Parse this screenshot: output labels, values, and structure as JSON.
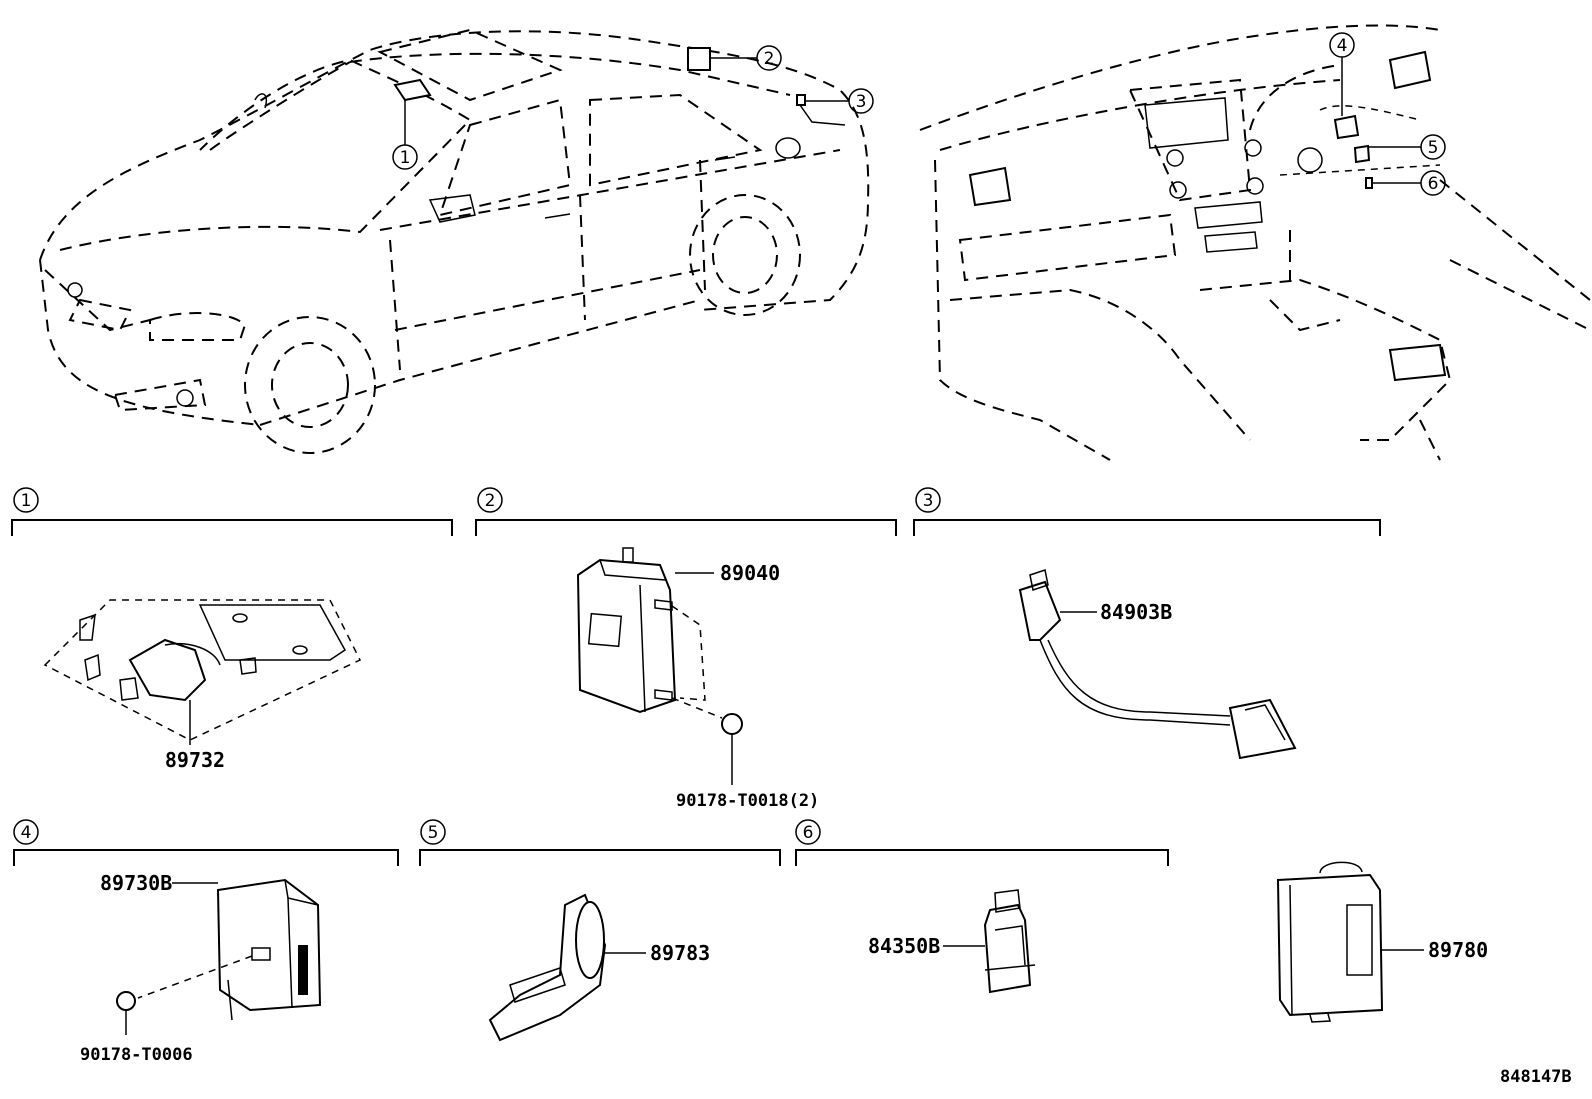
{
  "diagram_code": "848147B",
  "overview_callouts": [
    {
      "id": "c1",
      "label": "1"
    },
    {
      "id": "c2",
      "label": "2"
    },
    {
      "id": "c3",
      "label": "3"
    },
    {
      "id": "c4",
      "label": "4"
    },
    {
      "id": "c5",
      "label": "5"
    },
    {
      "id": "c6",
      "label": "6"
    }
  ],
  "sections": [
    {
      "label": "1",
      "parts": [
        "89732"
      ]
    },
    {
      "label": "2",
      "parts": [
        "89040",
        "90178-T0018(2)"
      ]
    },
    {
      "label": "3",
      "parts": [
        "84903B"
      ]
    },
    {
      "label": "4",
      "parts": [
        "89730B",
        "90178-T0006"
      ]
    },
    {
      "label": "5",
      "parts": [
        "89783"
      ]
    },
    {
      "label": "6",
      "parts": [
        "84350B"
      ]
    }
  ],
  "standalone_parts": [
    "89780"
  ]
}
